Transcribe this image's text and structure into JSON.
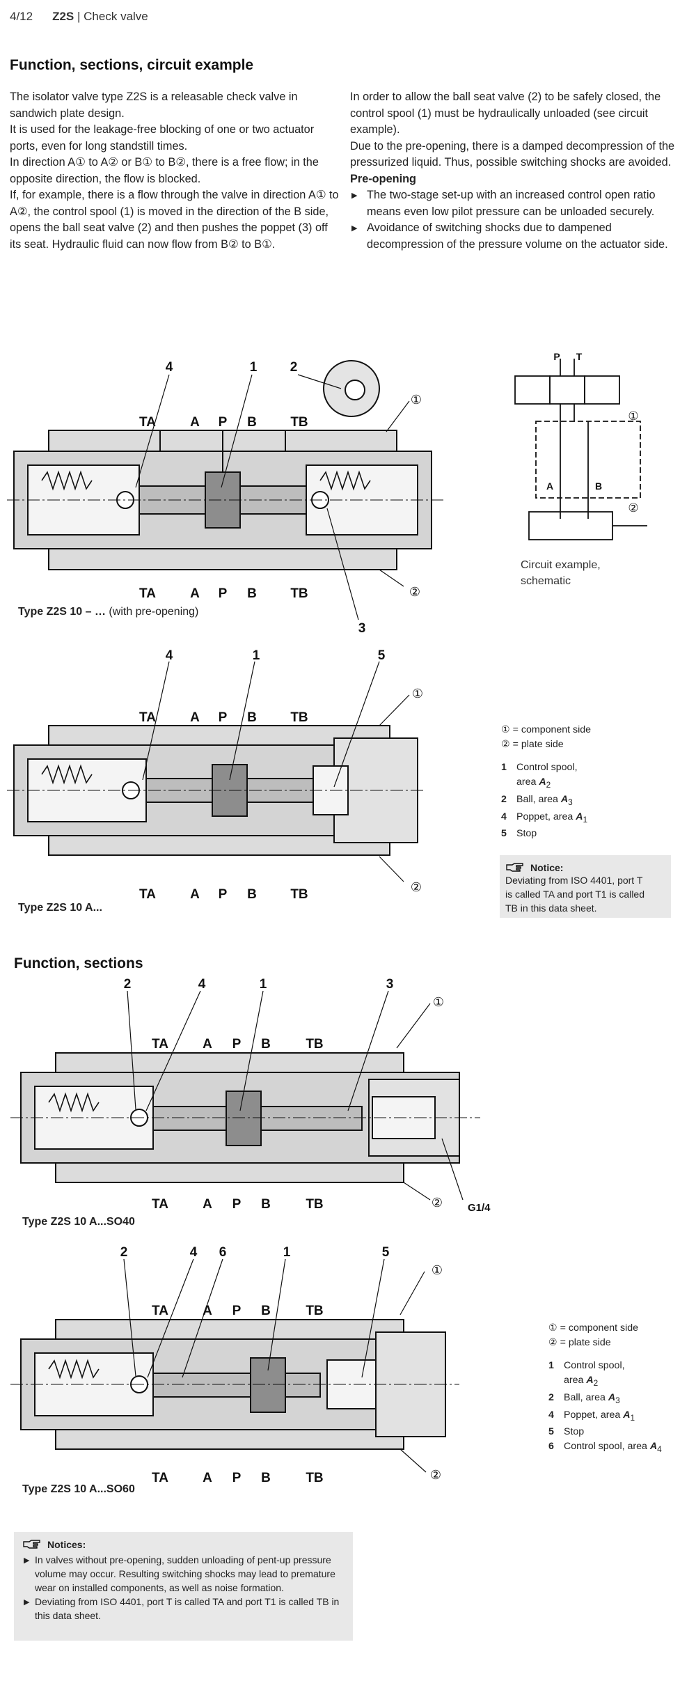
{
  "header": {
    "page": "4/12",
    "product": "Z2S",
    "separator": " | ",
    "title": "Check valve"
  },
  "section1": {
    "heading": "Function, sections, circuit example",
    "left": [
      "The isolator valve type Z2S is a releasable check valve in sandwich plate design.",
      "It is used for the leakage-free blocking of one or two actuator ports, even for long standstill times.",
      "In direction A① to A② or B① to B②, there is a free flow; in the opposite direction, the flow is blocked.",
      "If, for example, there is a flow through the valve in direction A① to A②, the control spool (1) is moved in the direction of the B side, opens the ball seat valve (2) and then pushes the poppet (3) off its seat. Hydraulic fluid can now flow from B② to B①."
    ],
    "right": [
      "In order to allow the ball seat valve (2) to be safely closed, the control spool (1) must be hydraulically unloaded (see circuit example).",
      "Due to the pre-opening, there is a damped decompression of the pressurized liquid. Thus, possible switching shocks are avoided."
    ],
    "preopening_heading": "Pre-opening",
    "preopening_bullets": [
      "The two-stage set-up with an increased control open ratio means even low pilot pressure can be unloaded securely.",
      "Avoidance of switching shocks due to dampened decompression of the pressure volume on the actuator side."
    ]
  },
  "figure1": {
    "caption_bold": "Type Z2S 10 – …",
    "caption_rest": " (with pre-opening)",
    "top_ports": [
      "TA",
      "A",
      "P",
      "B",
      "TB"
    ],
    "bottom_ports": [
      "TA",
      "A",
      "P",
      "B",
      "TB"
    ],
    "callouts": [
      "4",
      "1",
      "2",
      "3"
    ],
    "side_marks": [
      "①",
      "②"
    ]
  },
  "circuit": {
    "labels": [
      "P",
      "T",
      "A",
      "B"
    ],
    "marks": [
      "①",
      "②"
    ],
    "caption_line1": "Circuit example,",
    "caption_line2": "schematic"
  },
  "figure2": {
    "caption": "Type Z2S 10 A...",
    "top_ports": [
      "TA",
      "A",
      "P",
      "B",
      "TB"
    ],
    "bottom_ports": [
      "TA",
      "A",
      "P",
      "B",
      "TB"
    ],
    "callouts": [
      "4",
      "1",
      "5"
    ],
    "side_marks": [
      "①",
      "②"
    ]
  },
  "legend1": {
    "side1": "① = component side",
    "side2": "② = plate side",
    "items": [
      {
        "num": "1",
        "text": "Control spool,",
        "text2": "area ",
        "sym": "A",
        "sub": "2"
      },
      {
        "num": "2",
        "text": "Ball, area ",
        "sym": "A",
        "sub": "3"
      },
      {
        "num": "4",
        "text": "Poppet, area ",
        "sym": "A",
        "sub": "1"
      },
      {
        "num": "5",
        "text": "Stop"
      }
    ]
  },
  "notice1": {
    "title": "Notice:",
    "lines": [
      "Deviating from ISO 4401, port T",
      "is called TA and port T1 is called",
      "TB in this data sheet."
    ]
  },
  "section2": {
    "heading": "Function, sections"
  },
  "figure3": {
    "caption": "Type Z2S 10 A...SO40",
    "top_ports": [
      "TA",
      "A",
      "P",
      "B",
      "TB"
    ],
    "bottom_ports": [
      "TA",
      "A",
      "P",
      "B",
      "TB"
    ],
    "callouts": [
      "2",
      "4",
      "1",
      "3"
    ],
    "side_marks": [
      "①",
      "②"
    ],
    "thread": "G1/4"
  },
  "figure4": {
    "caption": "Type Z2S 10 A...SO60",
    "top_ports": [
      "TA",
      "A",
      "P",
      "B",
      "TB"
    ],
    "bottom_ports": [
      "TA",
      "A",
      "P",
      "B",
      "TB"
    ],
    "callouts": [
      "2",
      "4",
      "6",
      "1",
      "5"
    ],
    "side_marks": [
      "①",
      "②"
    ]
  },
  "legend2": {
    "side1": "① = component side",
    "side2": "② = plate side",
    "items": [
      {
        "num": "1",
        "text": "Control spool,",
        "text2": "area ",
        "sym": "A",
        "sub": "2"
      },
      {
        "num": "2",
        "text": "Ball, area ",
        "sym": "A",
        "sub": "3"
      },
      {
        "num": "4",
        "text": "Poppet, area ",
        "sym": "A",
        "sub": "1"
      },
      {
        "num": "5",
        "text": "Stop"
      },
      {
        "num": "6",
        "text": "Control spool, area ",
        "sym": "A",
        "sub": "4"
      }
    ]
  },
  "notice2": {
    "title": "Notices:",
    "bullets": [
      "In valves without pre-opening, sudden unloading of pent-up pressure volume may occur. Resulting switching shocks may lead to premature wear on installed components, as well as noise formation.",
      "Deviating from ISO 4401, port T is called TA and port T1 is called TB in this data sheet."
    ]
  }
}
